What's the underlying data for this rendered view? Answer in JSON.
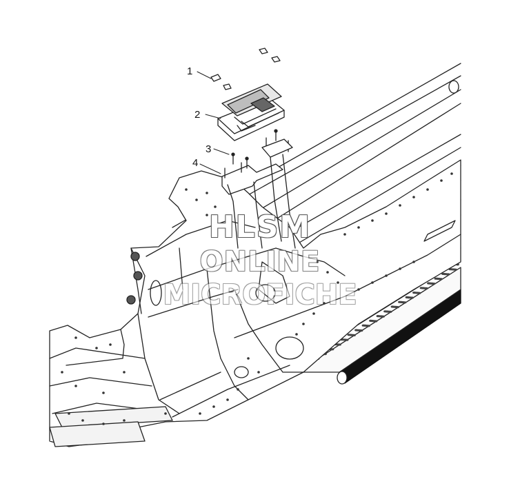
{
  "callouts": [
    {
      "label": "1"
    },
    {
      "label": "2"
    },
    {
      "label": "3"
    },
    {
      "label": "4"
    }
  ],
  "watermark": {
    "line1": "HLSM",
    "line2": "ONLINE",
    "line3": "MICROFICHE"
  }
}
